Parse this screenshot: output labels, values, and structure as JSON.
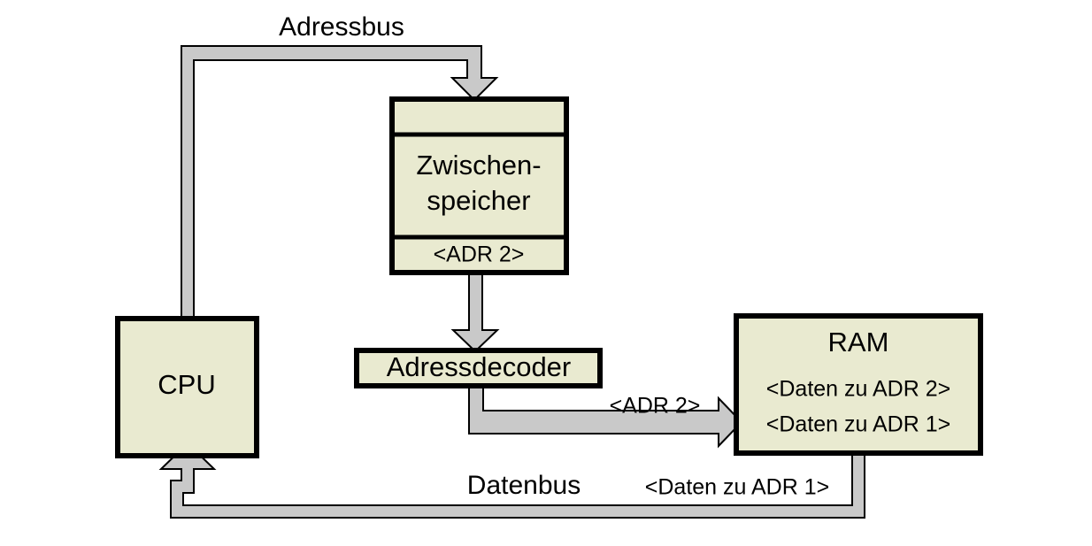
{
  "diagram": {
    "title_text": "Adressbus",
    "background_color": "#ffffff",
    "box_fill_color": "#e9ead0",
    "box_border_color": "#000000",
    "bus_fill_color": "#c9c9c9",
    "bus_border_color": "#000000"
  },
  "labels": {
    "adressbus": "Adressbus",
    "datenbus": "Datenbus",
    "adr2_transfer": "<ADR 2>",
    "daten_zu_adr1_transfer": "<Daten zu ADR 1>"
  },
  "blocks": {
    "cpu": {
      "name": "CPU"
    },
    "zwischenspeicher": {
      "row_empty": "",
      "line1": "Zwischen-",
      "line2": "speicher",
      "row_value": "<ADR 2>"
    },
    "adressdecoder": {
      "name": "Adressdecoder"
    },
    "ram": {
      "name": "RAM",
      "line1": "<Daten zu ADR 2>",
      "line2": "<Daten zu ADR 1>"
    }
  },
  "connections": [
    {
      "id": "adressbus-cpu-to-zwischenspeicher",
      "from": "CPU",
      "to": "Zwischenspeicher",
      "label": "Adressbus",
      "direction": "up-right-down"
    },
    {
      "id": "zwischenspeicher-to-adressdecoder",
      "from": "Zwischenspeicher",
      "to": "Adressdecoder",
      "label": "",
      "direction": "down"
    },
    {
      "id": "adressdecoder-to-ram",
      "from": "Adressdecoder",
      "to": "RAM",
      "label": "<ADR 2>",
      "direction": "down-right"
    },
    {
      "id": "datenbus-ram-to-cpu",
      "from": "RAM",
      "to": "CPU",
      "label": "Datenbus",
      "direction": "down-left-up"
    }
  ]
}
